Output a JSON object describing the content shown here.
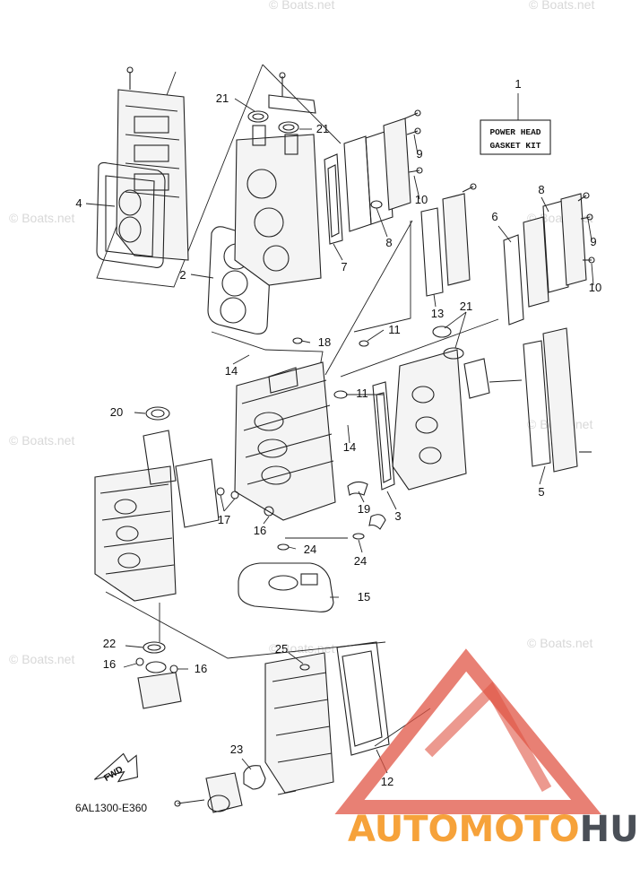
{
  "diagram": {
    "callouts": [
      "1",
      "2",
      "3",
      "4",
      "5",
      "6",
      "7",
      "8",
      "8",
      "9",
      "9",
      "10",
      "10",
      "11",
      "11",
      "12",
      "13",
      "14",
      "14",
      "15",
      "16",
      "16",
      "16",
      "17",
      "18",
      "19",
      "20",
      "21",
      "21",
      "21",
      "22",
      "23",
      "24",
      "24",
      "25"
    ],
    "kit_box": {
      "line1": "POWER HEAD",
      "line2": "GASKET KIT"
    },
    "fwd_label": "FWD",
    "diagram_code": "6AL1300-E360",
    "watermarks": [
      "© Boats.net",
      "© Boats.net",
      "© Boats.net",
      "© Boats.net",
      "© Boats.net",
      "© Boats.net",
      "© Boats.net",
      "© Boats.net",
      "© Boats.net"
    ],
    "logo": {
      "part1": "AUTOMOTO",
      "part2": "HUB",
      "color_a": "#f6a23a",
      "color_b": "#e05545",
      "color_c": "#4a4f57"
    }
  }
}
